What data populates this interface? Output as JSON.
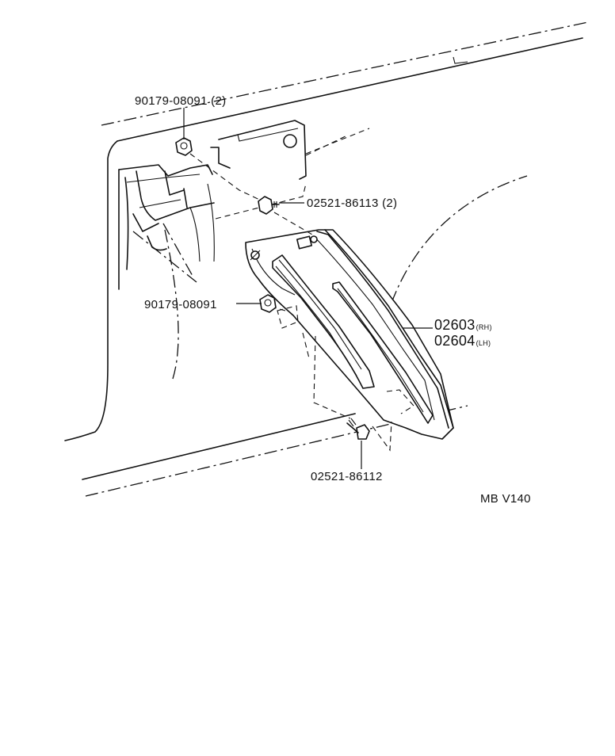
{
  "labels": {
    "bolt_top": "90179-08091 (2)",
    "screw_mid": "02521-86113 (2)",
    "bolt_left": "90179-08091",
    "part_rh_number": "02603",
    "part_rh_side": "(RH)",
    "part_lh_number": "02604",
    "part_lh_side": "(LH)",
    "screw_bottom": "02521-86112",
    "diagram_code": "MB V140"
  }
}
